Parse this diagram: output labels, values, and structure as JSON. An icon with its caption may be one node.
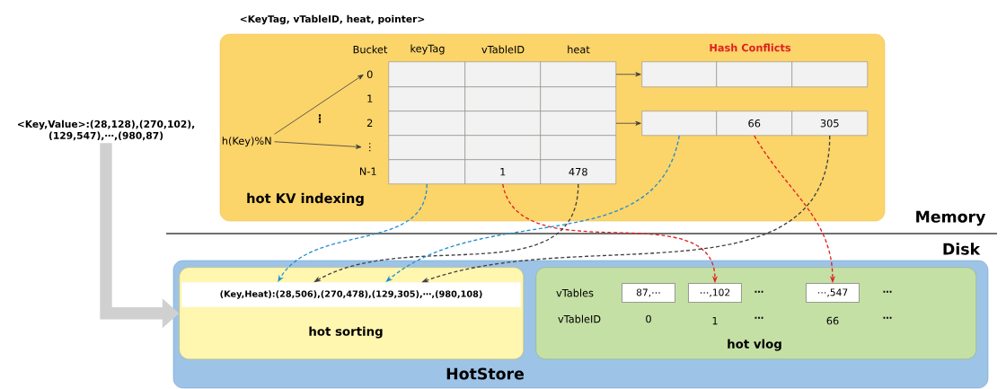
{
  "diagram": {
    "nodes": [
      {
        "text": [
          "hot KV indexing"
        ]
      },
      {
        "text": [
          "h(Key)%N"
        ],
        "in": 0
      },
      {
        "text": [
          "0"
        ],
        "in": 0
      },
      {
        "text": [
          "1"
        ],
        "in": 0
      },
      {
        "text": [
          "2"
        ],
        "in": 0
      },
      {
        "text": [
          "⋮"
        ],
        "in": 0
      },
      {
        "text": [
          "N-1"
        ],
        "in": 0
      },
      {
        "text": [],
        "shape": "box",
        "in": 0
      },
      {
        "text": [],
        "shape": "box",
        "in": 0
      },
      {
        "text": [],
        "shape": "box",
        "in": 0
      },
      {
        "text": [],
        "shape": "box",
        "in": 0
      },
      {
        "text": [],
        "shape": "box",
        "in": 0
      },
      {
        "text": [],
        "shape": "box",
        "in": 0
      },
      {
        "text": [],
        "shape": "box",
        "in": 0
      },
      {
        "text": [],
        "shape": "box",
        "in": 0
      },
      {
        "text": [],
        "shape": "box",
        "in": 0
      },
      {
        "text": [],
        "shape": "box",
        "in": 0
      },
      {
        "text": [],
        "shape": "box",
        "in": 0
      },
      {
        "text": [],
        "shape": "box",
        "in": 0
      },
      {
        "text": [],
        "shape": "box",
        "in": 0
      },
      {
        "text": [
          "1"
        ],
        "in": 0
      },
      {
        "text": [
          "478"
        ],
        "in": 0
      },
      {
        "text": [],
        "shape": "box",
        "in": 0
      },
      {
        "text": [],
        "shape": "box",
        "in": 0
      },
      {
        "text": [],
        "shape": "box",
        "in": 0
      },
      {
        "text": [],
        "shape": "box",
        "in": 0
      },
      {
        "text": [
          "66"
        ],
        "in": 0
      },
      {
        "text": [
          "305"
        ],
        "in": 0
      },
      {
        "text": [
          "<Key,Value>:(28,128),(270,102), (129,547),⋯,(980,87)"
        ]
      },
      {
        "text": [
          "HotStore"
        ]
      },
      {
        "text": [
          "hot sorting"
        ],
        "in": 29
      },
      {
        "text": [
          "(Key,Heat):(28,506),(270,478),(129,305),⋯,(980,108)"
        ],
        "in": 30
      },
      {
        "text": [
          "hot vlog"
        ],
        "in": 29
      },
      {
        "text": [
          "87,⋯"
        ],
        "in": 32
      },
      {
        "text": [
          "⋯,102"
        ],
        "in": 32
      },
      {
        "text": [
          "⋯,547"
        ],
        "in": 32
      }
    ],
    "edges": [
      {
        "from": 1,
        "to": 2,
        "arrow": "to"
      },
      {
        "from": 1,
        "to": 5,
        "arrow": "to"
      },
      {
        "from": 9,
        "to": 22,
        "arrow": "to"
      },
      {
        "from": 15,
        "to": 25,
        "arrow": "to"
      },
      {
        "from": 28,
        "to": 30,
        "arrow": "to",
        "style": "thick",
        "color": "#d0d0d0"
      },
      {
        "from": 19,
        "to": 31,
        "arrow": "to",
        "style": "dashed",
        "color": "#1f8fd0"
      },
      {
        "from": 20,
        "to": 34,
        "arrow": "to",
        "style": "dashed",
        "color": "#e02020"
      },
      {
        "from": 21,
        "to": 31,
        "arrow": "to",
        "style": "dashed",
        "color": "#404040"
      },
      {
        "from": 25,
        "to": 31,
        "arrow": "to",
        "style": "dashed",
        "color": "#1f8fd0"
      },
      {
        "from": 26,
        "to": 35,
        "arrow": "to",
        "style": "dashed",
        "color": "#e02020"
      },
      {
        "from": 27,
        "to": 31,
        "arrow": "to",
        "style": "dashed",
        "color": "#404040"
      }
    ],
    "labels": [
      "<KeyTag, vTableID, heat, pointer>",
      "Bucket",
      "keyTag",
      "vTableID",
      "heat",
      "Hash Conflicts",
      "⋮",
      "Memory",
      "Disk",
      "vTables",
      "⋯",
      "⋯",
      "vTableID",
      "0",
      "1",
      "⋯",
      "66",
      "⋯"
    ]
  }
}
